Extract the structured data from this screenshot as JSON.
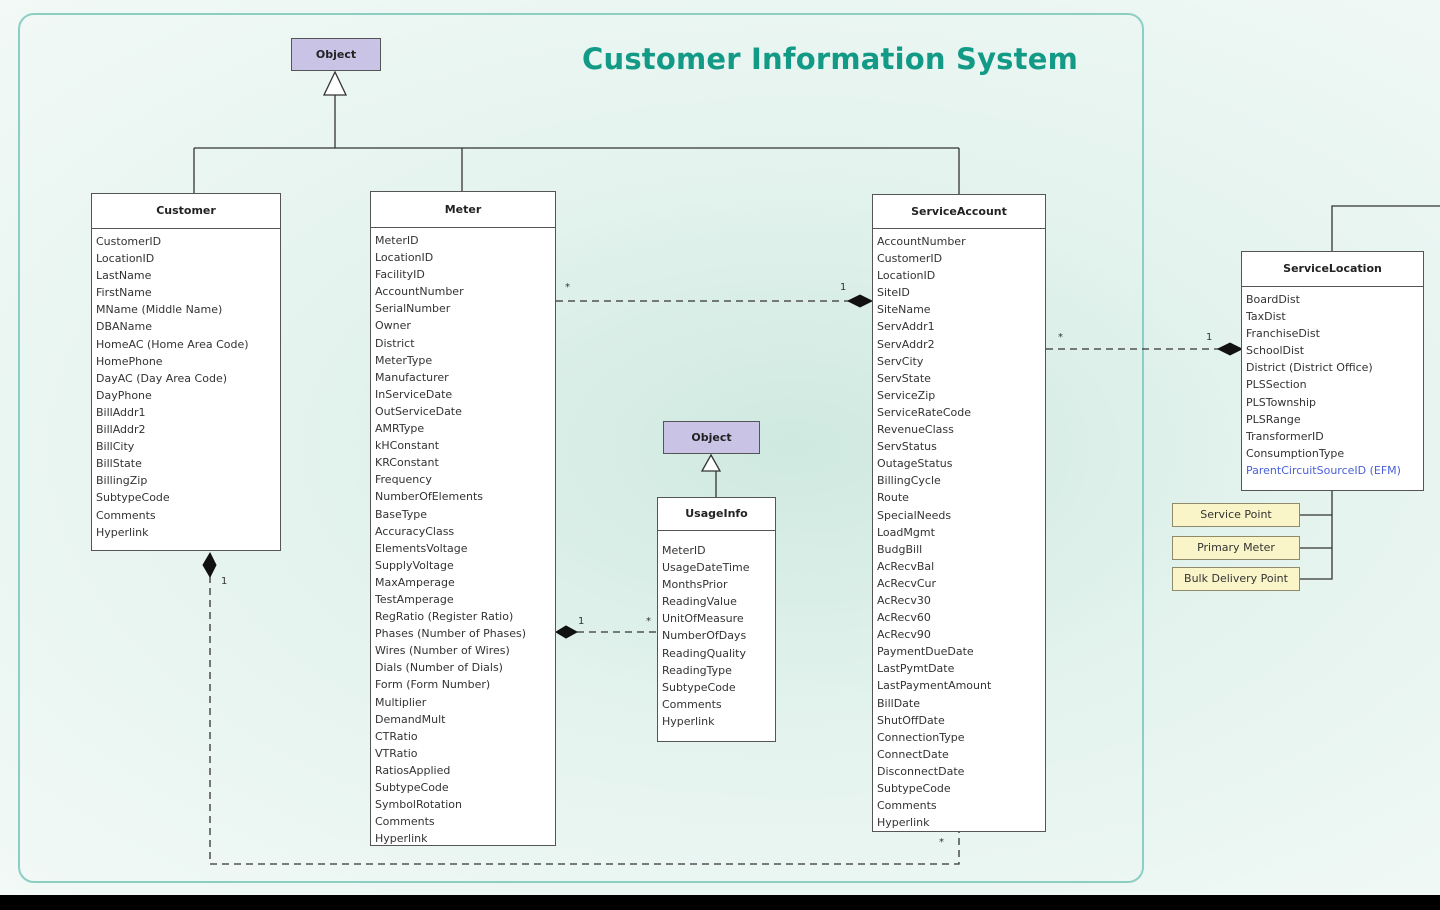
{
  "diagram_title": "Customer Information System",
  "object_label": "Object",
  "classes": {
    "customer": {
      "name": "Customer",
      "attributes": [
        "CustomerID",
        "LocationID",
        "LastName",
        "FirstName",
        "MName (Middle Name)",
        "DBAName",
        "HomeAC (Home Area Code)",
        "HomePhone",
        "DayAC (Day Area Code)",
        "DayPhone",
        "BillAddr1",
        "BillAddr2",
        "BillCity",
        "BillState",
        "BillingZip",
        "SubtypeCode",
        "Comments",
        "Hyperlink"
      ]
    },
    "meter": {
      "name": "Meter",
      "attributes": [
        "MeterID",
        "LocationID",
        "FacilityID",
        "AccountNumber",
        "SerialNumber",
        "Owner",
        "District",
        "MeterType",
        "Manufacturer",
        "InServiceDate",
        "OutServiceDate",
        "AMRType",
        "kHConstant",
        "KRConstant",
        "Frequency",
        "NumberOfElements",
        "BaseType",
        "AccuracyClass",
        "ElementsVoltage",
        "SupplyVoltage",
        "MaxAmperage",
        "TestAmperage",
        "RegRatio (Register Ratio)",
        "Phases (Number of Phases)",
        "Wires (Number of Wires)",
        "Dials (Number of Dials)",
        "Form (Form Number)",
        "Multiplier",
        "DemandMult",
        "CTRatio",
        "VTRatio",
        "RatiosApplied",
        "SubtypeCode",
        "SymbolRotation",
        "Comments",
        "Hyperlink"
      ]
    },
    "usage_info": {
      "name": "UsageInfo",
      "attributes": [
        "MeterID",
        "UsageDateTime",
        "MonthsPrior",
        "ReadingValue",
        "UnitOfMeasure",
        "NumberOfDays",
        "ReadingQuality",
        "ReadingType",
        "SubtypeCode",
        "Comments",
        "Hyperlink"
      ]
    },
    "service_account": {
      "name": "ServiceAccount",
      "attributes": [
        "AccountNumber",
        "CustomerID",
        "LocationID",
        "SiteID",
        "SiteName",
        "ServAddr1",
        "ServAddr2",
        "ServCity",
        "ServState",
        "ServiceZip",
        "ServiceRateCode",
        "RevenueClass",
        "ServStatus",
        "OutageStatus",
        "BillingCycle",
        "Route",
        "SpecialNeeds",
        "LoadMgmt",
        "BudgBill",
        "AcRecvBal",
        "AcRecvCur",
        "AcRecv30",
        "AcRecv60",
        "AcRecv90",
        "PaymentDueDate",
        "LastPymtDate",
        "LastPaymentAmount",
        "BillDate",
        "ShutOffDate",
        "ConnectionType",
        "ConnectDate",
        "DisconnectDate",
        "SubtypeCode",
        "Comments",
        "Hyperlink"
      ]
    },
    "service_location": {
      "name": "ServiceLocation",
      "attributes": [
        "BoardDist",
        "TaxDist",
        "FranchiseDist",
        "SchoolDist",
        "District (District Office)",
        "PLSSection",
        "PLSTownship",
        "PLSRange",
        "TransformerID",
        "ConsumptionType"
      ],
      "linked_attribute": "ParentCircuitSourceID (EFM)"
    }
  },
  "subtypes": [
    "Service Point",
    "Primary Meter",
    "Bulk Delivery Point"
  ],
  "multiplicities": {
    "many": "*",
    "one": "1"
  },
  "colors": {
    "title": "#139a86",
    "frame_border": "#8ccfc2",
    "object_fill": "#c9c3e6",
    "subtype_fill": "#faf5c8",
    "link_text": "#4a60d8"
  }
}
